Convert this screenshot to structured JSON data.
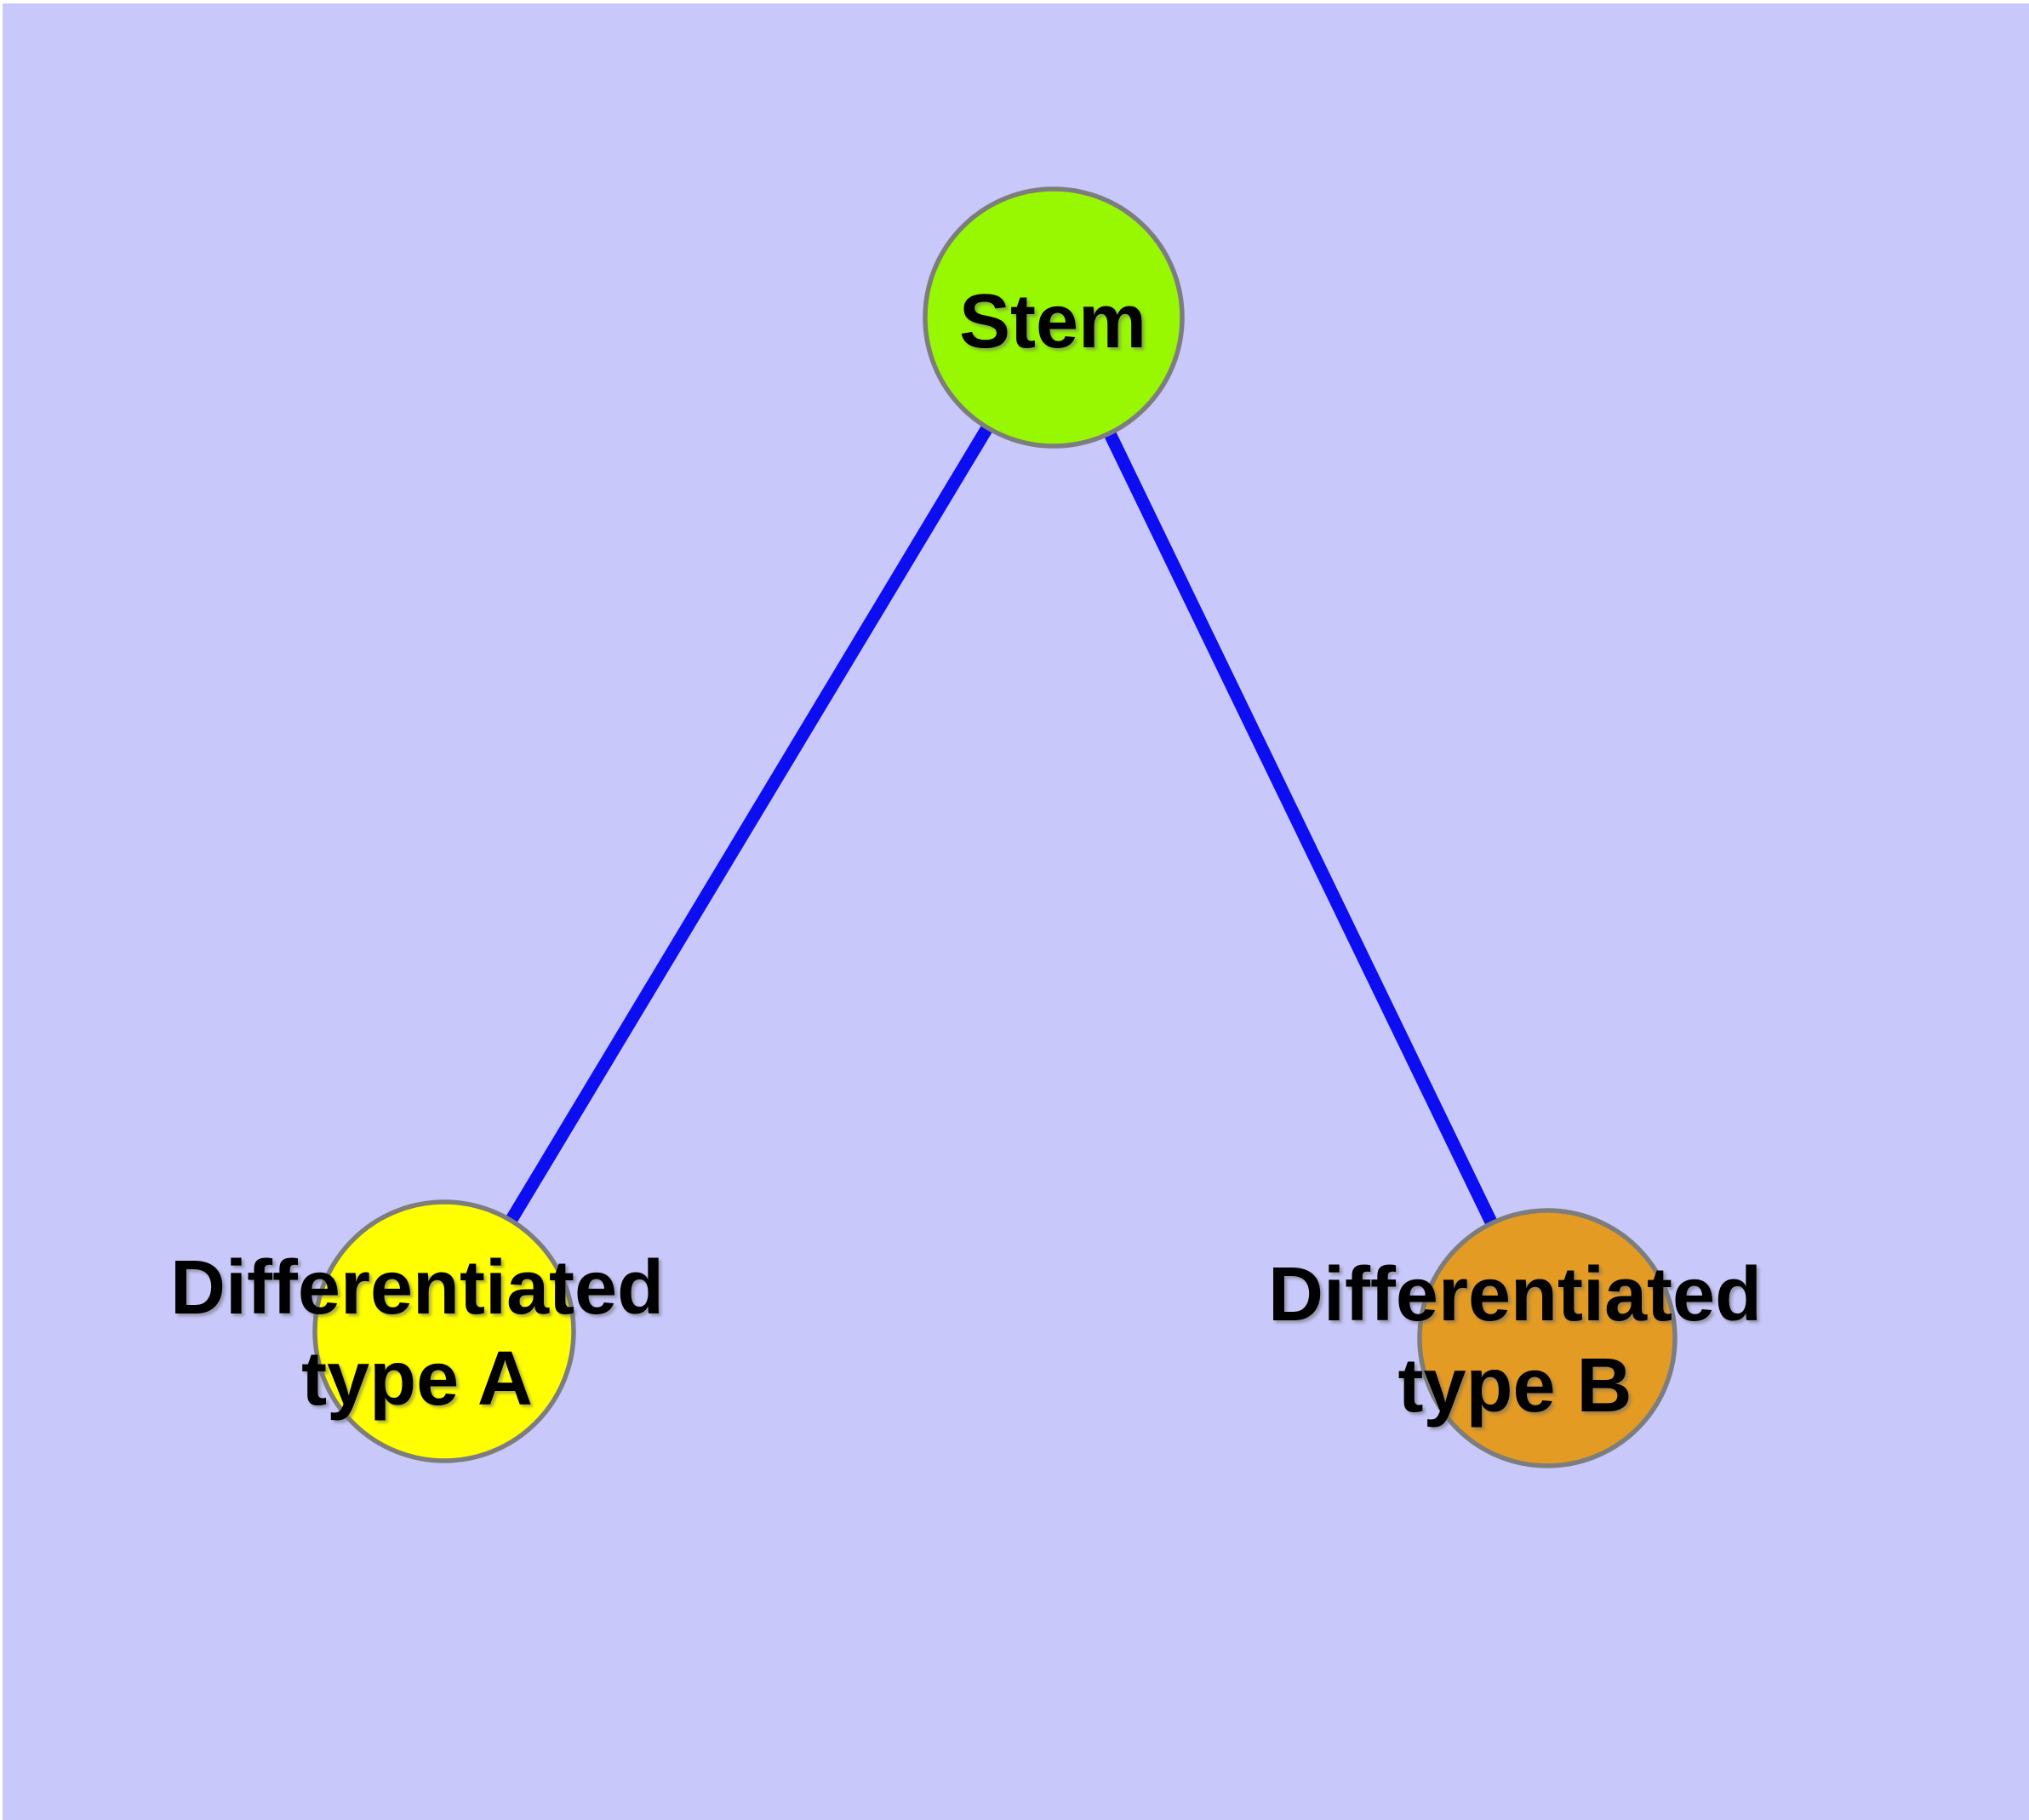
{
  "canvas": {
    "background_color": "#c8c8fa",
    "frame_color": "#ffffff"
  },
  "graph": {
    "edge_color": "#0d0df2",
    "node_border_color": "#7d7d7d",
    "label_color": "#000000",
    "nodes": [
      {
        "id": "stem",
        "label": "Stem",
        "fill_color": "#97f802"
      },
      {
        "id": "differentiated-type-a",
        "label_line1": "Differentiated",
        "label_line2": "type A",
        "fill_color": "#ffff00"
      },
      {
        "id": "differentiated-type-b",
        "label_line1": "Differentiated",
        "label_line2": "type B",
        "fill_color": "#e39b24"
      }
    ],
    "edges": [
      {
        "from": "Stem",
        "to": "Differentiated type A"
      },
      {
        "from": "Stem",
        "to": "Differentiated type B"
      }
    ]
  }
}
